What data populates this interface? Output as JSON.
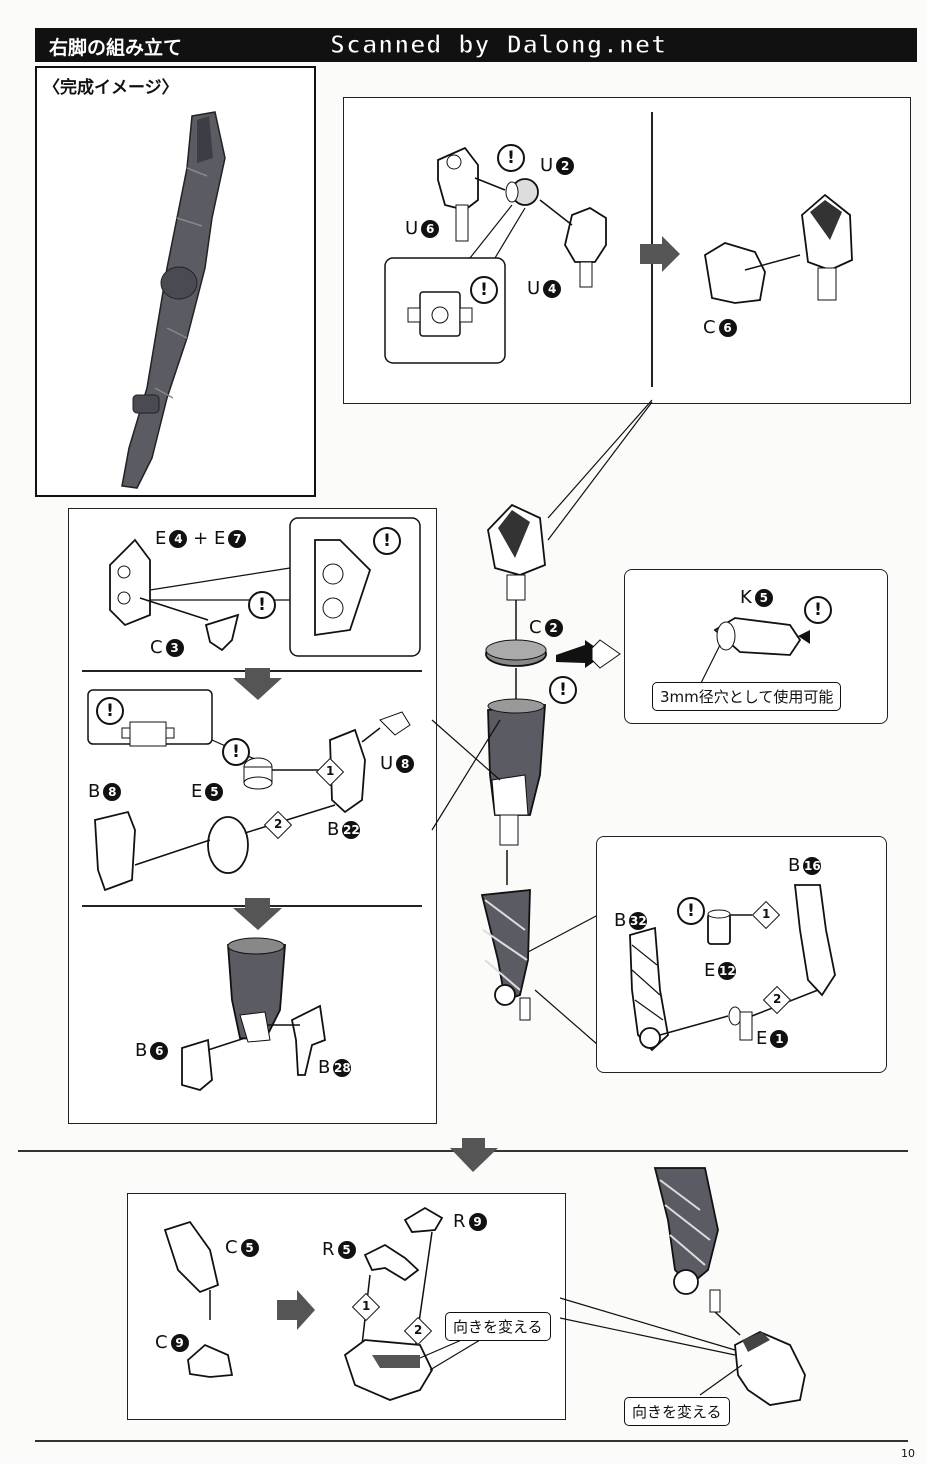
{
  "header": {
    "title": "右脚の組み立て",
    "watermark": "Scanned by Dalong.net"
  },
  "completed_image": {
    "label": "〈完成イメージ〉"
  },
  "parts": {
    "U2": "U",
    "U6": "U",
    "U4": "U",
    "C6": "C",
    "E4E7": "E",
    "E7": "E",
    "plus": "+",
    "C3": "C",
    "E5": "E",
    "U8": "U",
    "B8": "B",
    "B22": "B",
    "B6": "B",
    "B28": "B",
    "C2": "C",
    "K5": "K",
    "B16": "B",
    "B32": "B",
    "E12": "E",
    "E1": "E",
    "C5": "C",
    "C9": "C",
    "R5": "R",
    "R9": "R"
  },
  "numbers": {
    "n2": "2",
    "n6": "6",
    "n4": "4",
    "n7": "7",
    "n3": "3",
    "n5": "5",
    "n8": "8",
    "n22": "22",
    "n28": "28",
    "n16": "16",
    "n32": "32",
    "n12": "12",
    "n1": "1",
    "n9": "9"
  },
  "steps": {
    "s1": "1",
    "s2": "2"
  },
  "notes": {
    "hole_3mm": "3mm径穴として使用可能",
    "change_direction_1": "向きを変える",
    "change_direction_2": "向きを変える"
  },
  "caution_mark": "!",
  "page_number": "10"
}
